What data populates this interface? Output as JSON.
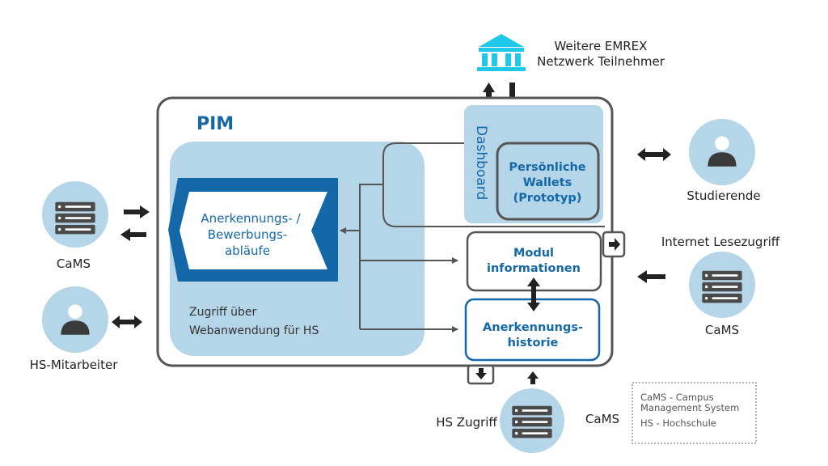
{
  "colors": {
    "panel_fill": "#b5d5e8",
    "accent_blue": "#1468a8",
    "border_gray": "#555555",
    "institution_icon": "#1ec8e8"
  },
  "emrex": {
    "icon": "institution-building-icon",
    "lines": [
      "Weitere EMREX",
      "Netzwerk Teilnehmer"
    ]
  },
  "pim": {
    "title": "PIM",
    "dashboard": "Dashboard",
    "wallets": [
      "Persönliche",
      "Wallets",
      "(Prototyp)"
    ],
    "process": [
      "Anerkennungs- /",
      "Bewerbungs-",
      "abläufe"
    ],
    "access": [
      "Zugriff über",
      "Webanwendung für HS"
    ],
    "modul": [
      "Modul",
      "informationen"
    ],
    "historie": [
      "Anerkennungs-",
      "historie"
    ]
  },
  "actors": {
    "cams_left": {
      "label": "CaMS",
      "icon": "server-icon"
    },
    "hs_staff": {
      "label": "HS-Mitarbeiter",
      "icon": "person-icon"
    },
    "students": {
      "label": "Studierende",
      "icon": "person-icon"
    },
    "internet": {
      "caption": "Internet Lesezugriff",
      "label": "CaMS",
      "icon": "server-icon"
    },
    "bottom": {
      "caption": "HS Zugriff",
      "label": "CaMS",
      "icon": "server-icon"
    }
  },
  "legend": {
    "lines": [
      "CaMS - Campus",
      "Management System",
      "HS -  Hochschule"
    ]
  }
}
